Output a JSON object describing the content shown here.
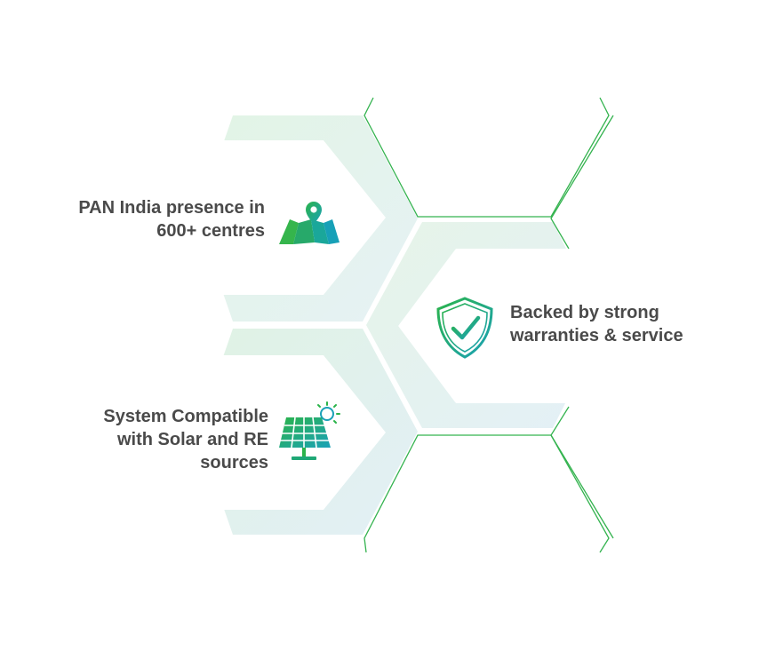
{
  "features": [
    {
      "label_line1": "PAN India presence in",
      "label_line2": "600+ centres",
      "icon": "map-pin-icon"
    },
    {
      "label_line1": "Backed by strong",
      "label_line2": "warranties & service",
      "icon": "shield-check-icon"
    },
    {
      "label_line1": "System Compatible",
      "label_line2": "with Solar and RE",
      "label_line3": "sources",
      "icon": "solar-panel-icon"
    }
  ],
  "colors": {
    "green": "#2bb34a",
    "teal": "#1aa1b8",
    "text": "#4a4a4a",
    "hex_fill_green": "#e3f4e6",
    "hex_fill_blue": "#e4f1f6"
  }
}
